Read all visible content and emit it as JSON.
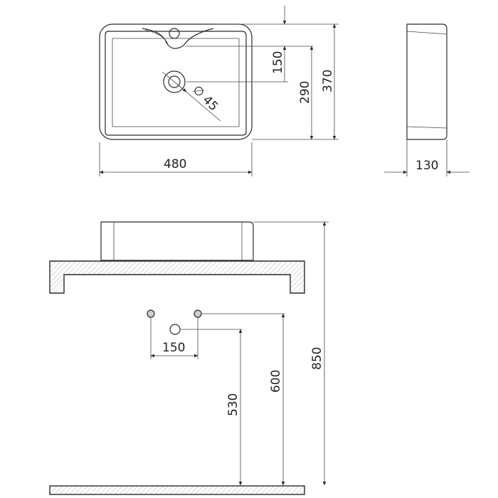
{
  "top_view": {
    "width_label": "480",
    "depth_label": "370",
    "drain_offset_label": "290",
    "tap_offset_label": "150",
    "drain_diameter_label": "∅ 45"
  },
  "side_view": {
    "height_label": "130"
  },
  "installation": {
    "total_height_label": "850",
    "supply_height_label": "600",
    "waste_height_label": "530",
    "supply_spacing_label": "150"
  },
  "colors": {
    "line": "#2a2a2a",
    "hatch": "#b0b0b0"
  }
}
